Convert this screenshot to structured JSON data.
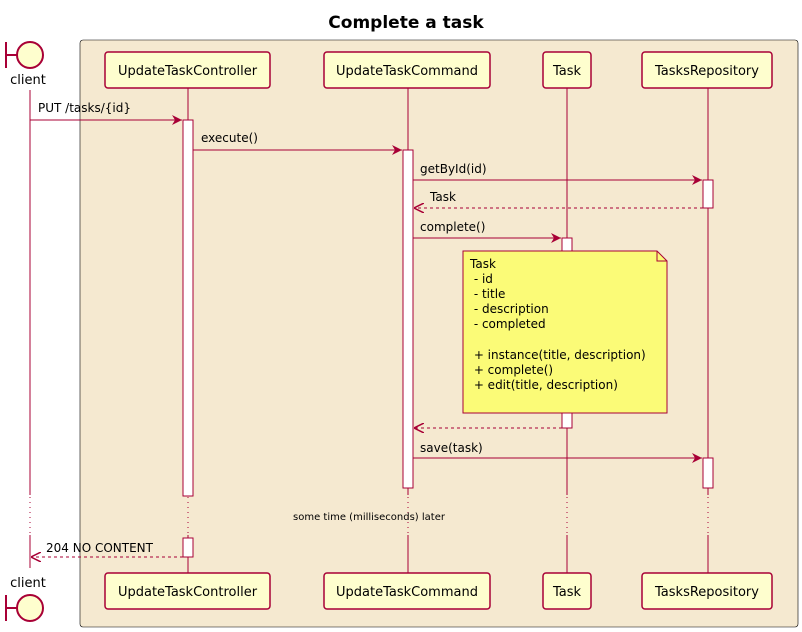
{
  "title": "Complete a task",
  "actor": {
    "name": "client"
  },
  "participants": [
    {
      "id": "controller",
      "label": "UpdateTaskController"
    },
    {
      "id": "command",
      "label": "UpdateTaskCommand"
    },
    {
      "id": "task",
      "label": "Task"
    },
    {
      "id": "repo",
      "label": "TasksRepository"
    }
  ],
  "messages": [
    {
      "id": "put",
      "text": "PUT /tasks/{id}"
    },
    {
      "id": "execute",
      "text": "execute()"
    },
    {
      "id": "getbyid",
      "text": "getById(id)"
    },
    {
      "id": "task_return",
      "text": "Task"
    },
    {
      "id": "complete",
      "text": "complete()"
    },
    {
      "id": "complete_return",
      "text": ""
    },
    {
      "id": "save",
      "text": "save(task)"
    },
    {
      "id": "no_content",
      "text": "204 NO CONTENT"
    }
  ],
  "note": {
    "lines": [
      "Task",
      " - id",
      " - title",
      " - description",
      " - completed",
      "",
      " + instance(title, description)",
      " + complete()",
      " + edit(title, description)"
    ]
  },
  "delay": {
    "text": "some time (milliseconds) later"
  },
  "colors": {
    "box_fill": "#f5e9d0",
    "participant_fill": "#fefece",
    "participant_border": "#a80036",
    "arrow": "#a80036",
    "note_fill": "#fbfb77",
    "lifeline": "#a80036"
  }
}
